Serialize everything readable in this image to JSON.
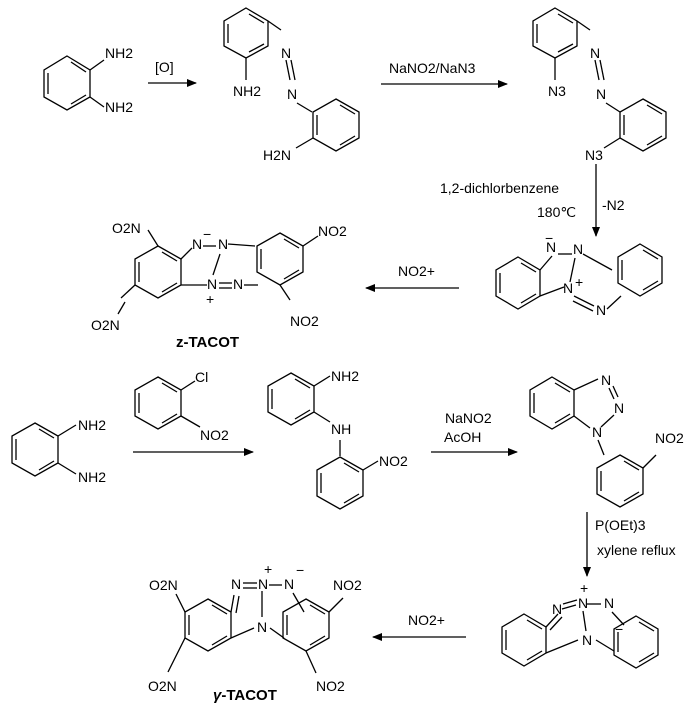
{
  "labels": {
    "NH2": "NH2",
    "N3": "N3",
    "H2N": "H2N",
    "NO2": "NO2",
    "O2N": "O2N",
    "N": "N",
    "NH": "NH",
    "Cl": "Cl",
    "minus": "−",
    "plus": "+"
  },
  "conditions": {
    "oxidation": "[O]",
    "azidation": "NaNO2/NaN3",
    "solvent": "1,2-dichlorbenzene",
    "temperature": "180℃",
    "loss_n2": "-N2",
    "nitration_top": "NO2+",
    "nitration_bottom": "NO2+",
    "diazotization_reagent": "NaNO2",
    "diazotization_acid": "AcOH",
    "phosphite": "P(OEt)3",
    "reflux": "xylene reflux"
  },
  "compounds": {
    "z_tacot": "z-TACOT",
    "gamma_prefix": "γ",
    "gamma_suffix": "-TACOT"
  }
}
